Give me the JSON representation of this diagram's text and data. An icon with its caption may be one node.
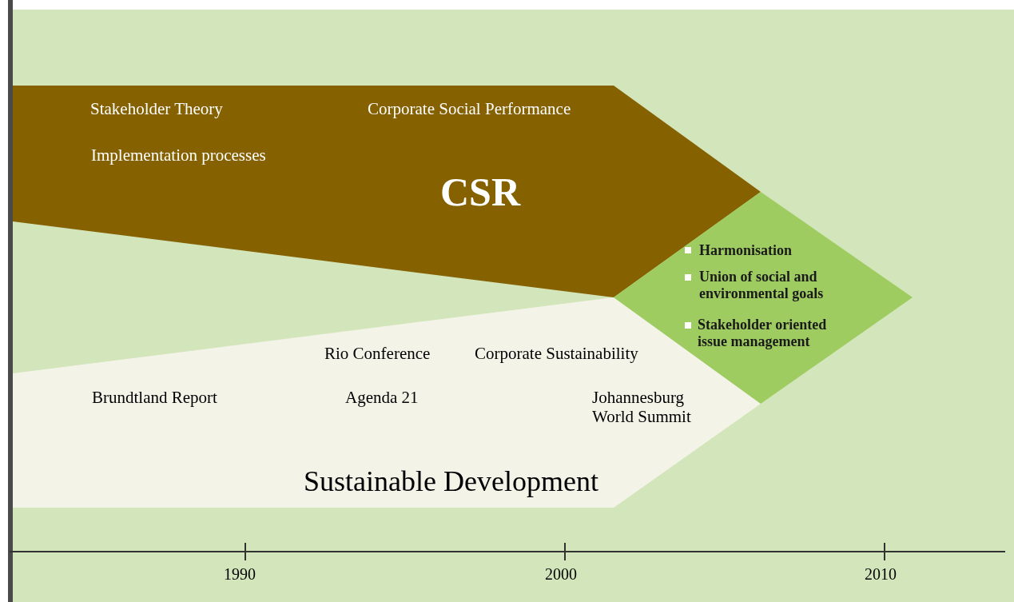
{
  "diagram": {
    "nodes": [
      {
        "text": [
          "Stakeholder Theory",
          "Corporate Social Performance",
          "Implementation processes",
          "CSR"
        ]
      },
      {
        "text": [
          "Rio Conference",
          "Corporate Sustainability",
          "Brundtland Report",
          "Agenda 21",
          "Johannesburg World Summit",
          "Sustainable Development"
        ]
      },
      {
        "text": [
          "Harmonisation",
          "Union of social and environmental goals",
          "Stakeholder oriented issue management"
        ]
      }
    ],
    "labels": [
      "1990",
      "2000",
      "2010"
    ]
  }
}
